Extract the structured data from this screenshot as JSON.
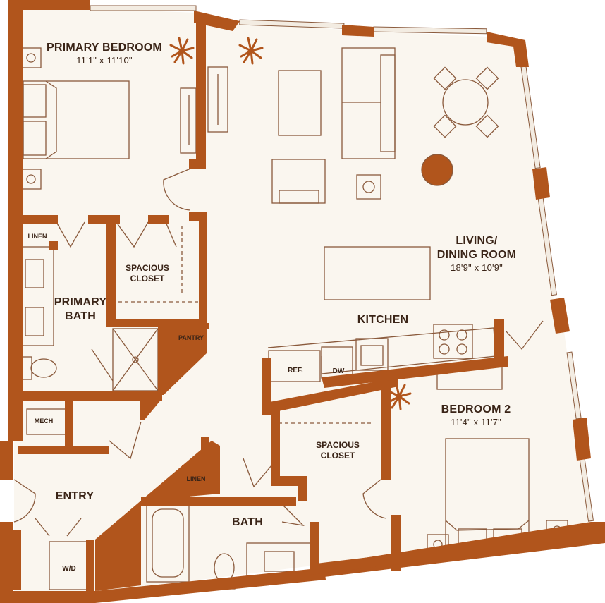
{
  "colors": {
    "wall": "#b1551c",
    "floor": "#faf6ef",
    "fixture_stroke": "#8a5a3c",
    "text": "#3a2417",
    "window": "#f3ece2"
  },
  "rooms": {
    "primary_bedroom": {
      "name": "PRIMARY BEDROOM",
      "dims": "11'1\" x 11'10\""
    },
    "living_dining": {
      "name_line1": "LIVING/",
      "name_line2": "DINING ROOM",
      "dims": "18'9\" x 10'9\""
    },
    "kitchen": {
      "name": "KITCHEN"
    },
    "primary_bath": {
      "name_line1": "PRIMARY",
      "name_line2": "BATH"
    },
    "primary_closet": {
      "name_line1": "SPACIOUS",
      "name_line2": "CLOSET"
    },
    "bedroom2": {
      "name": "BEDROOM 2",
      "dims": "11'4\" x 11'7\""
    },
    "bedroom2_closet": {
      "name_line1": "SPACIOUS",
      "name_line2": "CLOSET"
    },
    "bath": {
      "name": "BATH"
    },
    "entry": {
      "name": "ENTRY"
    }
  },
  "small_labels": {
    "linen_primary": "LINEN",
    "pantry": "PANTRY",
    "mech": "MECH",
    "linen_hall": "LINEN",
    "washer_dryer": "W/D",
    "refrigerator": "REF.",
    "dishwasher": "DW"
  },
  "icons": [
    "plant-icon",
    "bed-icon",
    "sofa-icon",
    "dining-table-icon",
    "armchair-icon",
    "coffee-table-icon",
    "tv-console-icon",
    "floor-lamp-icon",
    "round-ottoman-icon",
    "kitchen-island-icon",
    "stove-icon",
    "sink-icon",
    "toilet-icon",
    "bathtub-icon",
    "shower-icon",
    "nightstand-icon",
    "door-swing-icon",
    "window-icon"
  ]
}
